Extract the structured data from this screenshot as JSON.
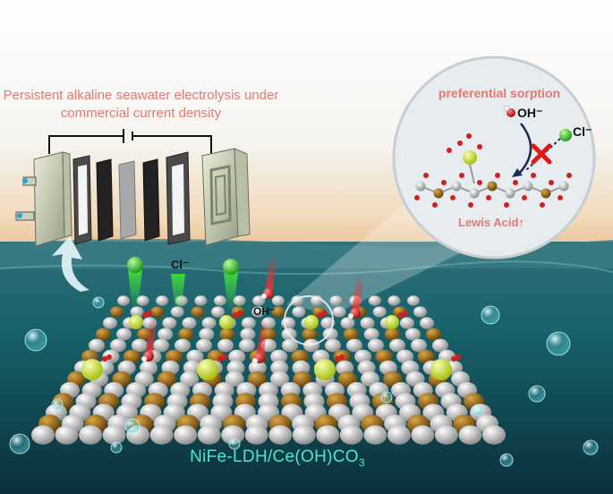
{
  "title": {
    "line1": "Persistent alkaline seawater electrolysis under",
    "line2": "commercial current density"
  },
  "zoom": {
    "label": "preferential sorption",
    "oh_label": "OH⁻",
    "cl_label": "Cl⁻",
    "lewis_label": "Lewis Acid",
    "lewis_arrow": "↑"
  },
  "surface": {
    "cl_label": "Cl⁻",
    "oh_label": "OH⁻"
  },
  "catalyst": {
    "main": "NiFe-LDH/Ce(OH)CO",
    "subscript": "3"
  },
  "colors": {
    "title_text": "#e07a72",
    "catalyst_text": "#4ee6c8",
    "chloride": "#3fcf3a",
    "hydroxide": "#d81f1f",
    "cerium": "#d4e83a",
    "nickel": "#c9c9c9",
    "iron": "#9a6a16",
    "sea": "#0f5b63"
  },
  "icons": [
    "electrolyzer-icon",
    "chloride-ion-icon",
    "hydroxide-ion-icon",
    "reject-cross-icon",
    "bubble-icon"
  ]
}
